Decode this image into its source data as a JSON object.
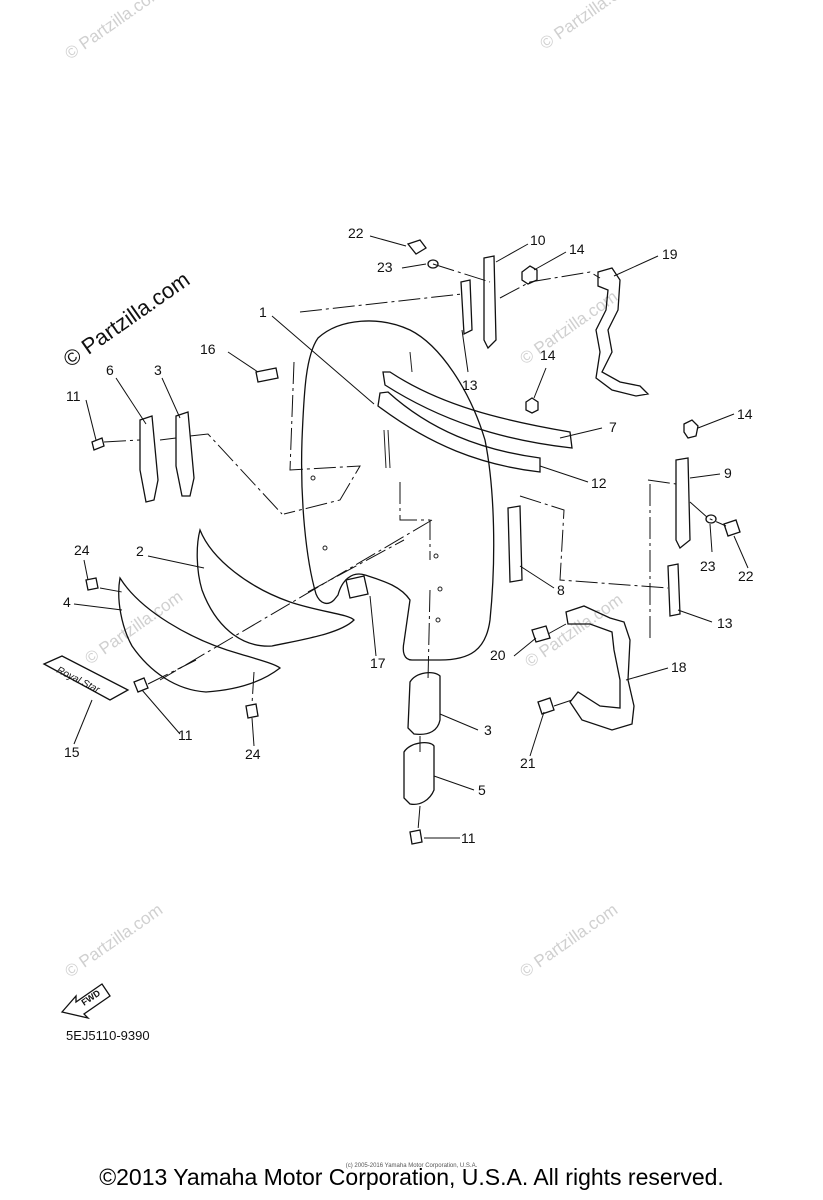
{
  "watermark": {
    "main": "© Partzilla.com",
    "repeat": "© Partzilla.com"
  },
  "callouts": {
    "c1": "1",
    "c2": "2",
    "c3a": "3",
    "c3b": "3",
    "c4": "4",
    "c5": "5",
    "c6": "6",
    "c7": "7",
    "c8": "8",
    "c9": "9",
    "c10": "10",
    "c11a": "11",
    "c11b": "11",
    "c11c": "11",
    "c12": "12",
    "c13a": "13",
    "c13b": "13",
    "c14a": "14",
    "c14b": "14",
    "c14c": "14",
    "c15": "15",
    "c16": "16",
    "c17": "17",
    "c18": "18",
    "c19": "19",
    "c20": "20",
    "c21": "21",
    "c22a": "22",
    "c22b": "22",
    "c23a": "23",
    "c23b": "23",
    "c24a": "24",
    "c24b": "24"
  },
  "emblem_text": "Royal Star",
  "fwd_label": "FWD",
  "diagram_code": "5EJ5110-9390",
  "tiny_notice": "(c) 2005-2016 Yamaha Motor Corporation, U.S.A.",
  "copyright": "©2013 Yamaha Motor Corporation, U.S.A. All rights reserved."
}
